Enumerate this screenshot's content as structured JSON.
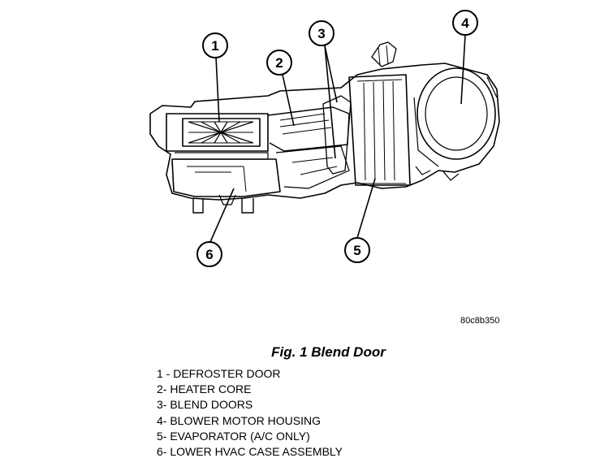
{
  "reference_code": "80c8b350",
  "figure_title": "Fig. 1 Blend Door",
  "callouts": [
    {
      "number": "1"
    },
    {
      "number": "2"
    },
    {
      "number": "3"
    },
    {
      "number": "4"
    },
    {
      "number": "5"
    },
    {
      "number": "6"
    }
  ],
  "legend": [
    "1 - DEFROSTER DOOR",
    "2- HEATER CORE",
    "3- BLEND DOORS",
    "4- BLOWER MOTOR HOUSING",
    "5- EVAPORATOR (A/C ONLY)",
    "6- LOWER HVAC CASE ASSEMBLY"
  ]
}
